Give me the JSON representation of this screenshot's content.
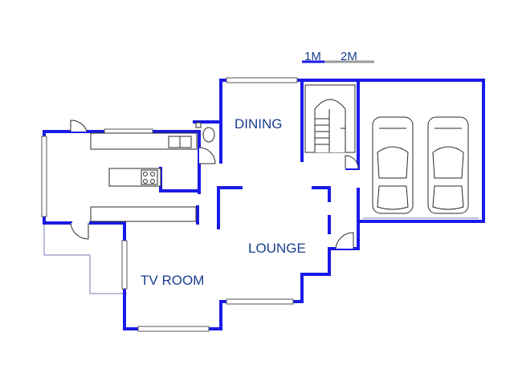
{
  "scale_bar": {
    "label_1": "1M",
    "label_2": "2M"
  },
  "rooms": {
    "dining": "DINING",
    "lounge": "LOUNGE",
    "tv_room": "TV ROOM"
  },
  "colors": {
    "wall": "#1a1ae6",
    "label": "#1a3d8f",
    "outline": "#7a7ab8"
  },
  "icons": [
    "car-icon",
    "staircase-icon",
    "stove-icon",
    "sink-icon",
    "toilet-icon",
    "door-swing-icon",
    "window-icon"
  ]
}
